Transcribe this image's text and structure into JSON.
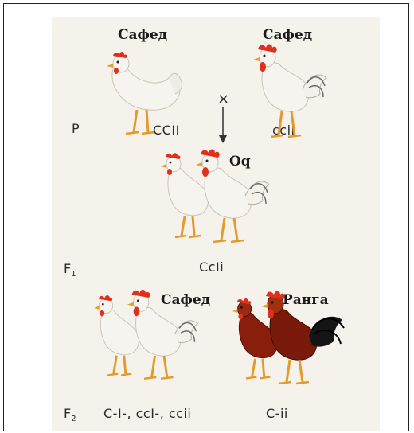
{
  "labels": {
    "p_left_phenotype": "Сафед",
    "p_right_phenotype": "Сафед",
    "f1_phenotype": "Oq",
    "f2_left_phenotype": "Сафед",
    "f2_right_phenotype": "Ранга"
  },
  "generations": {
    "p": "P",
    "f1": "F",
    "f1_sub": "1",
    "f2": "F",
    "f2_sub": "2"
  },
  "genotypes": {
    "p_left": "CCII",
    "p_right": "ccii",
    "f1": "CcIi",
    "f2_left": "C-I-, ccI-, ccii",
    "f2_right": "C-ii"
  },
  "cross_symbol": "×",
  "colors": {
    "white_plumage": "#f6f4ef",
    "colored_plumage": "#8a1e0c",
    "comb": "#e0301c",
    "legs": "#e39a2a"
  },
  "icons": [
    "white-hen-icon",
    "white-rooster-icon",
    "red-hen-icon",
    "red-rooster-icon",
    "cross-arrow-icon"
  ]
}
